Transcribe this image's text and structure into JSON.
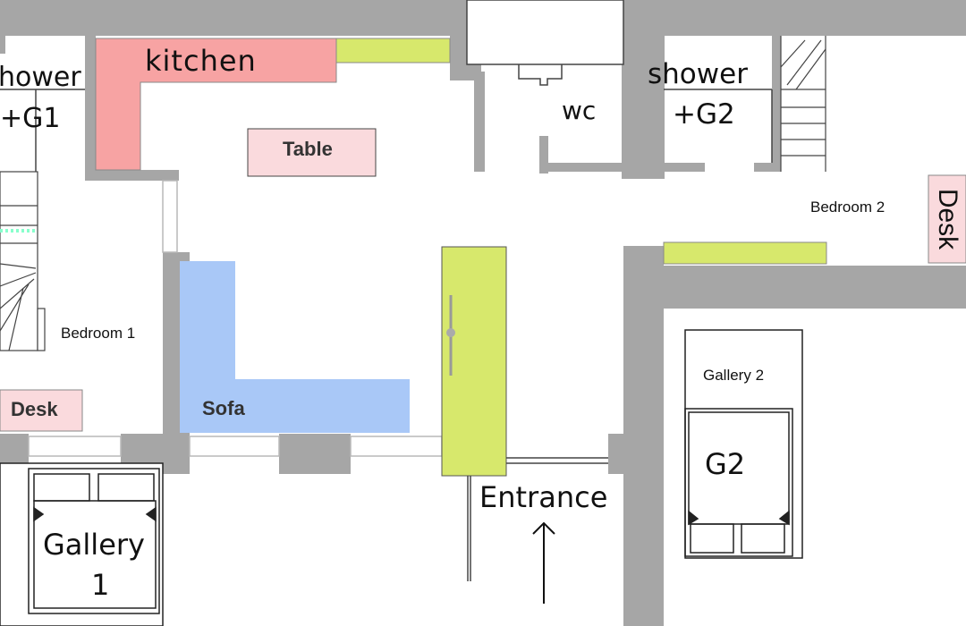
{
  "labels": {
    "shower_left": "hower",
    "g1_left": "+G1",
    "kitchen": "kitchen",
    "table": "Table",
    "wc": "wc",
    "shower_right": "shower",
    "g2_top": "+G2",
    "bedroom2": "Bedroom 2",
    "desk_right": "Desk",
    "bedroom1": "Bedroom 1",
    "desk_left": "Desk",
    "sofa": "Sofa",
    "gallery2": "Gallery 2",
    "g2_bed": "G2",
    "entrance": "Entrance",
    "gallery1_line1": "Gallery",
    "gallery1_line2": "1"
  },
  "colors": {
    "wall": "#a6a6a6",
    "kitchen": "#f7a3a3",
    "pink_label": "#fadadd",
    "sofa": "#a9c8f7",
    "lime": "#d7e86c",
    "line": "#444444"
  }
}
